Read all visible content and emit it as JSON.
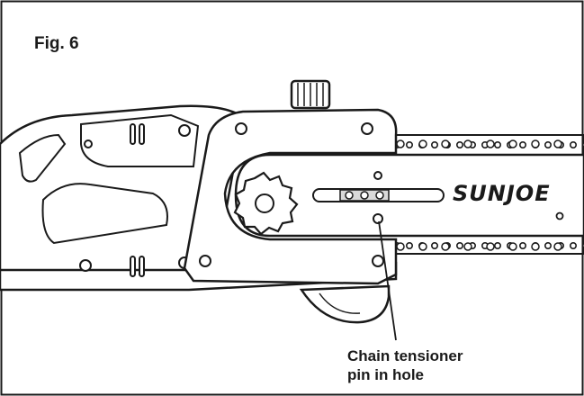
{
  "figure": {
    "label": "Fig. 6",
    "brand_text": "SUNJOE",
    "callout": {
      "line1": "Chain tensioner",
      "line2": "pin in hole"
    }
  },
  "colors": {
    "ink": "#1a1a1a",
    "fill": "#ffffff",
    "shade": "#d9d9d9"
  }
}
